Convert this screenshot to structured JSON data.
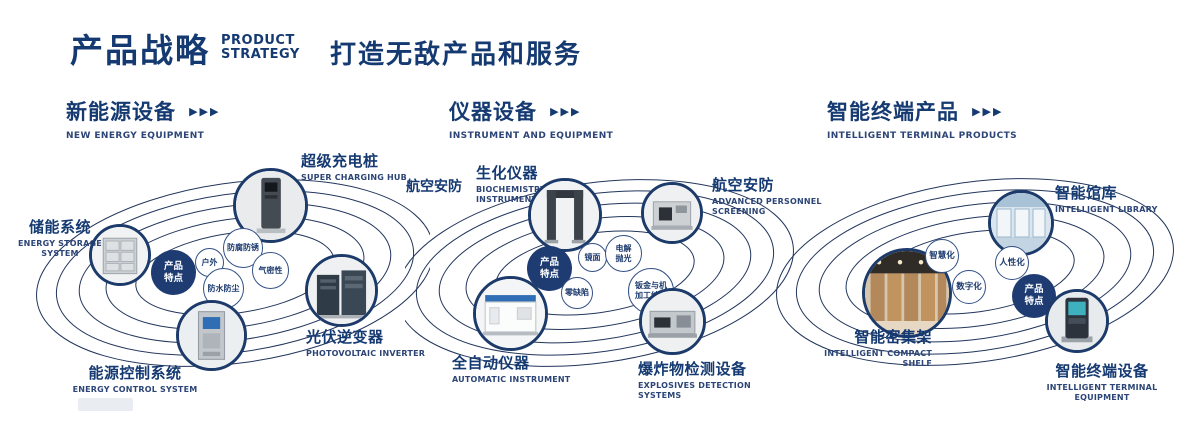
{
  "header": {
    "title_cn": "产品战略",
    "title_en_1": "PRODUCT",
    "title_en_2": "STRATEGY",
    "subtitle": "打造无敌产品和服务"
  },
  "arrow_glyphs": "▶▶▶",
  "colors": {
    "navy": "#153a72",
    "orbit_line": "#22365c",
    "badge_bg": "#1e3c72"
  },
  "sections": [
    {
      "title_cn": "新能源设备",
      "title_en": "NEW ENERGY EQUIPMENT",
      "badge": "产品特点",
      "features": [
        "户外",
        "防腐防锈",
        "防水防尘",
        "气密性"
      ],
      "items": [
        {
          "cn": "超级充电桩",
          "en": "SUPER CHARGING HUB"
        },
        {
          "cn": "储能系统",
          "en": "ENERGY STORAGE SYSTEM"
        },
        {
          "cn": "光伏逆变器",
          "en": "PHOTOVOLTAIC INVERTER"
        },
        {
          "cn": "能源控制系统",
          "en": "ENERGY CONTROL SYSTEM"
        }
      ]
    },
    {
      "title_cn": "仪器设备",
      "title_en": "INSTRUMENT AND EQUIPMENT",
      "badge": "产品特点",
      "aviation_label": "航空安防",
      "features": [
        "镜面",
        "电解抛光",
        "零缺陷",
        "钣金与机加工结合"
      ],
      "items": [
        {
          "cn": "生化仪器",
          "en": "BIOCHEMISTRY INSTRUMENT"
        },
        {
          "cn": "航空安防",
          "en": "ADVANCED PERSONNEL SCREENING"
        },
        {
          "cn": "全自动仪器",
          "en": "AUTOMATIC INSTRUMENT"
        },
        {
          "cn": "爆炸物检测设备",
          "en": "EXPLOSIVES DETECTION SYSTEMS"
        }
      ]
    },
    {
      "title_cn": "智能终端产品",
      "title_en": "INTELLIGENT TERMINAL PRODUCTS",
      "badge": "产品特点",
      "features": [
        "智慧化",
        "人性化",
        "数字化"
      ],
      "items": [
        {
          "cn": "智能馆库",
          "en": "INTELLIGENT LIBRARY"
        },
        {
          "cn": "智能密集架",
          "en": "INTELLIGENT COMPACT SHELF"
        },
        {
          "cn": "智能终端设备",
          "en": "INTELLIGENT TERMINAL EQUIPMENT"
        }
      ]
    }
  ]
}
